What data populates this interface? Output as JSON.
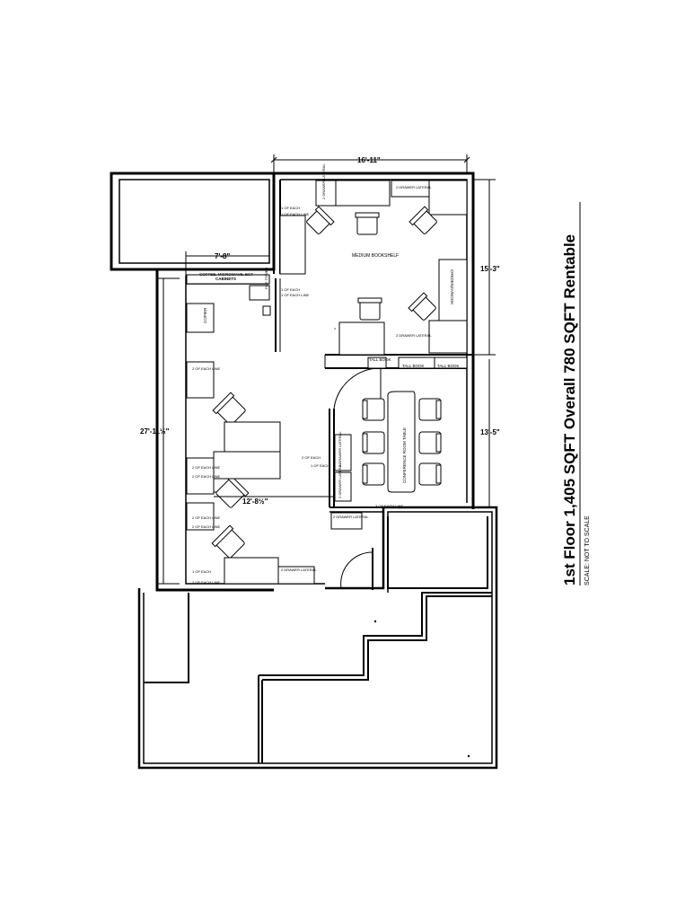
{
  "title": "1st Floor 1,405 SQFT Overall 780 SQFT Rentable",
  "scale_note": "SCALE:  NOT TO SCALE",
  "dimensions": {
    "top_width": "16'-11\"",
    "left_height": "27'-11½\"",
    "kitchen_width": "7'-8\"",
    "right_upper": "15'-3\"",
    "right_lower": "13'-5\"",
    "mid_width": "12'-8½\""
  },
  "labels": {
    "medium_bookshelf": "MEDIUM BOOKSHELF",
    "coffee": "COFFEE, MICROWAVE, ECT",
    "cabinets": "CABINETS",
    "copier": "COPIER",
    "conference_table": "CONFERENCE ROOM TABLE",
    "tall_book_1": "TALL BOOK",
    "tall_book_2": "TALL BOOK",
    "tall_book_3": "TALL BOOK",
    "drawer_lateral_1": "2 DRAWER LATERAL",
    "drawer_lateral_2": "2 DRAWER LATERAL",
    "drawer_lateral_3": "2 DRAWER LATERAL",
    "drawer_lateral_4": "2 DRAWER LATERAL",
    "drawer_lateral_5": "2 DRAWER LATERAL",
    "drawer_lateral_6": "2 DRAWER LATERAL",
    "drawer_lateral_7": "2 DRAWER LATERAL",
    "credenza": "CREDENZA/NOOK",
    "one_each": "1 OF EACH",
    "two_each": "2 OF EACH",
    "one_each_line": "1 OF EACH LINE",
    "two_each_line": "2 OF EACH LINE",
    "three_each_line": "3 OF EACH LINE",
    "file_tower": "FILE TOWER"
  }
}
